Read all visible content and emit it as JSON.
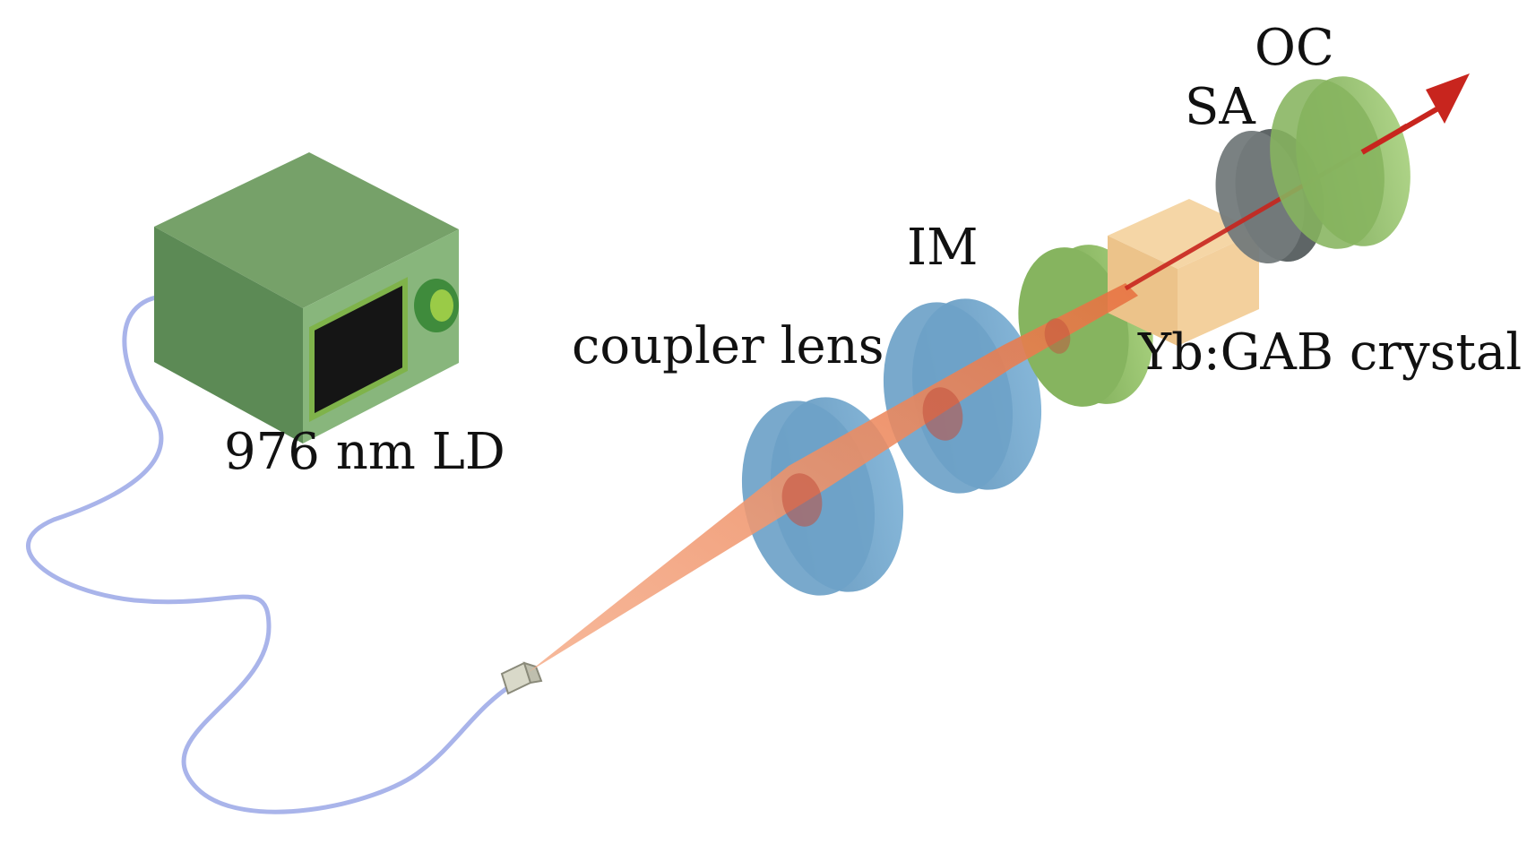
{
  "labels": {
    "laser_diode": "976 nm LD",
    "coupler_lens": "coupler lens",
    "input_mirror": "IM",
    "crystal": "Yb:GAB crystal",
    "saturable_absorber": "SA",
    "output_coupler": "OC"
  },
  "colors": {
    "ld_box": "#6f9a66",
    "fiber": "#a9b4ea",
    "beam": "#ef8b62",
    "lens": "#6ea2c8",
    "mirror": "#86b45f",
    "crystal": "#efc98f",
    "sa": "#6f7677",
    "output_arrow": "#c8251e"
  }
}
